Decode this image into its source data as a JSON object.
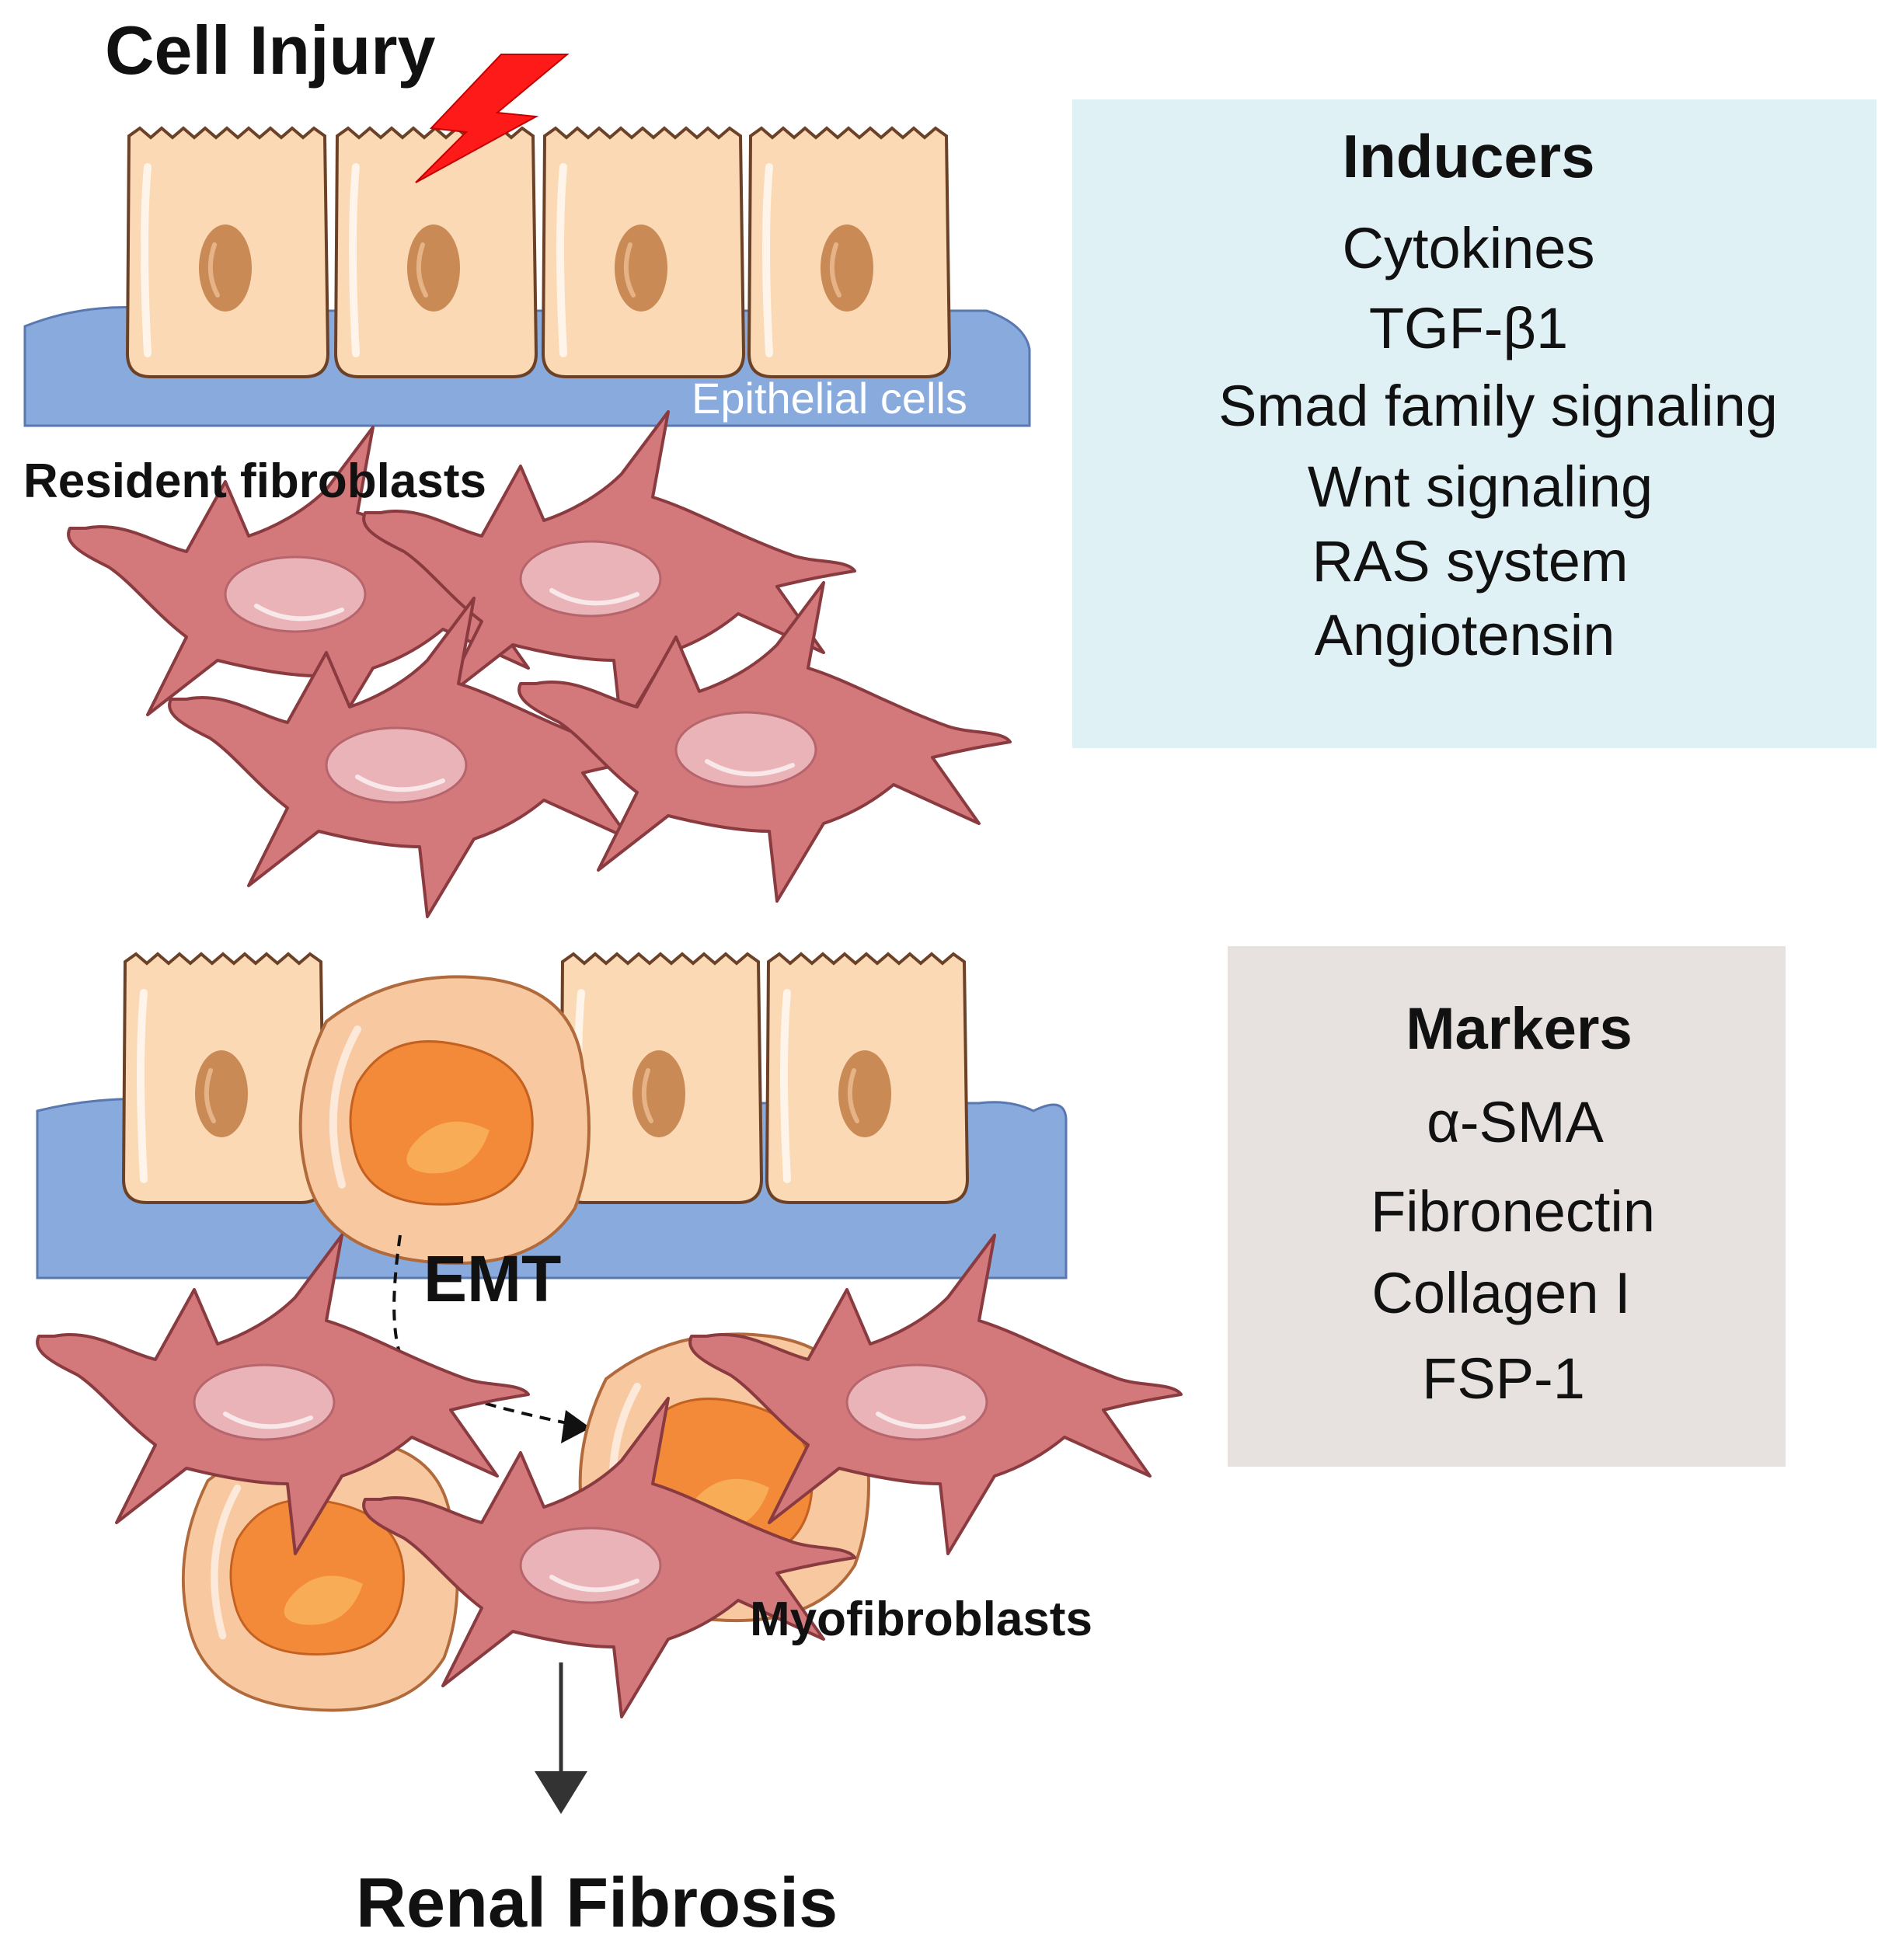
{
  "labels": {
    "cell_injury": "Cell Injury",
    "epithelial_cells": "Epithelial cells",
    "resident_fibroblasts": "Resident fibroblasts",
    "emt": "EMT",
    "myofibroblasts": "Myofibroblasts",
    "renal_fibrosis": "Renal Fibrosis"
  },
  "inducers": {
    "title": "Inducers",
    "items": [
      "Cytokines",
      "TGF-β1",
      "Smad family signaling",
      "Wnt signaling",
      "RAS system",
      "Angiotensin"
    ]
  },
  "markers": {
    "title": "Markers",
    "items": [
      "α-SMA",
      "Fibronectin",
      "Collagen I",
      "FSP-1"
    ]
  },
  "colors": {
    "basement_membrane": "#88aadd",
    "epithelial_cell": "#fbd9b4",
    "epithelial_nucleus": "#c98a55",
    "fibroblast": "#d4797b",
    "myofibroblast_body": "#f8c8a0",
    "myofibroblast_nucleus": "#f28a3a",
    "lightning": "#ff1a1a",
    "inducers_box": "#e0f1f6",
    "markers_box": "#e7e2e0"
  }
}
